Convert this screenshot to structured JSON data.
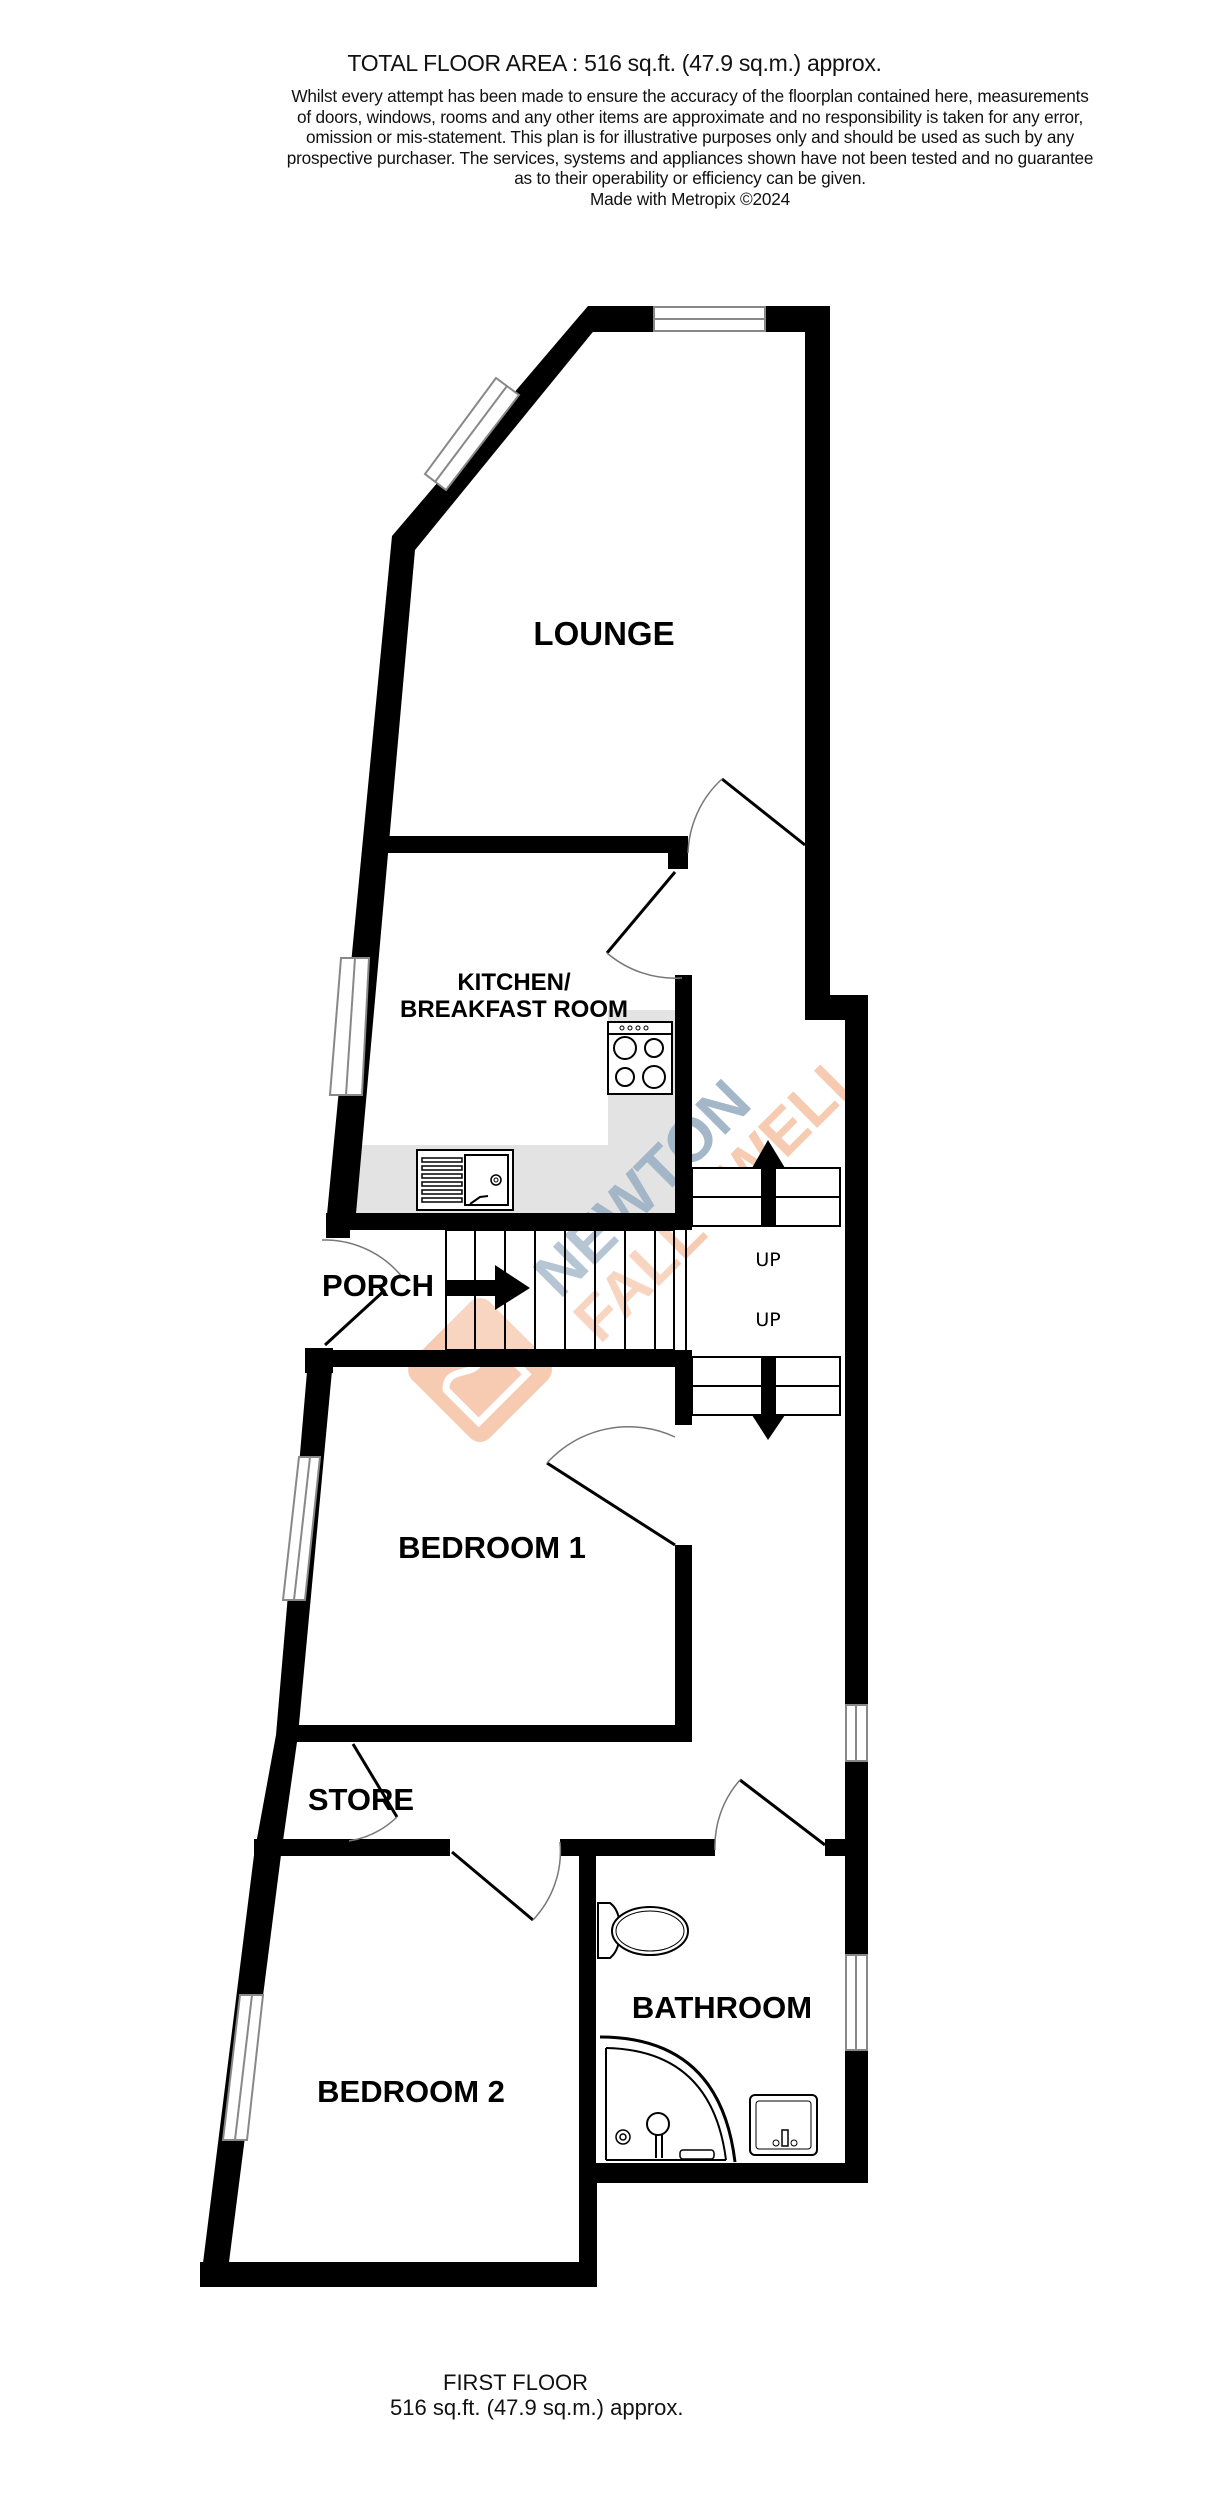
{
  "header": {
    "total_floor_area": "TOTAL FLOOR AREA : 516 sq.ft. (47.9 sq.m.) approx.",
    "disclaimer_lines": [
      "Whilst every attempt has been made to ensure the accuracy of the floorplan contained here, measurements",
      "of doors, windows, rooms and any other items are approximate and no responsibility is taken for any error,",
      "omission or mis-statement. This plan is for illustrative purposes only and should be used as such by any",
      "prospective purchaser. The services, systems and appliances shown have not been tested and no guarantee",
      "as to their operability or efficiency can be given."
    ],
    "made_with": "Made with Metropix ©2024"
  },
  "floorplan": {
    "rooms": {
      "lounge": "LOUNGE",
      "kitchen_line1": "KITCHEN/",
      "kitchen_line2": "BREAKFAST ROOM",
      "porch": "PORCH",
      "bedroom1": "BEDROOM 1",
      "store": "STORE",
      "bathroom": "BATHROOM",
      "bedroom2": "BEDROOM 2"
    },
    "stairs": {
      "up_label_1": "UP",
      "up_label_2": "UP"
    },
    "watermark": {
      "line1": "NEWTON",
      "line2": "FALLOWELL",
      "color_blue": "#9fb4c7",
      "color_orange": "#f6c9ad"
    },
    "colors": {
      "wall": "#000000",
      "worktop": "#e3e3e3",
      "window_line": "#888888"
    }
  },
  "footer": {
    "floor_name": "FIRST FLOOR",
    "floor_area": "516 sq.ft. (47.9 sq.m.) approx."
  }
}
